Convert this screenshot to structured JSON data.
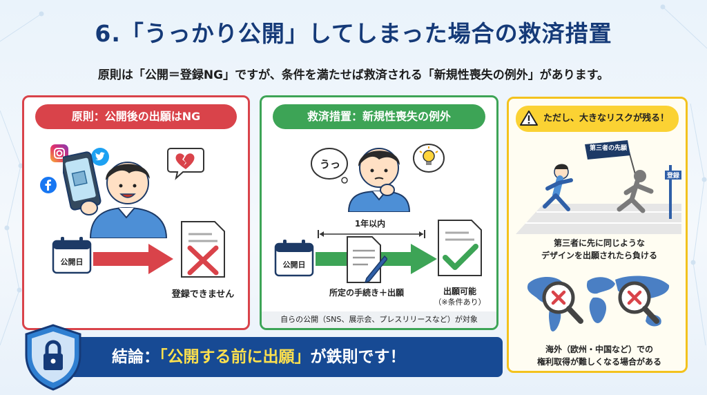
{
  "title": "6.「うっかり公開」してしまった場合の救済措置",
  "subtitle": "原則は「公開＝登録NG」ですが、条件を満たせば救済される「新規性喪失の例外」があります。",
  "panel_principle": {
    "header": "原則：公開後の出願はNG",
    "date_label": "公開日",
    "result_label": "登録できません"
  },
  "panel_relief": {
    "header": "救済措置：新規性喪失の例外",
    "thought_text": "うっ",
    "period_label": "1年以内",
    "date_label": "公開日",
    "procedure_label": "所定の手続き＋出願",
    "result_label": "出願可能",
    "result_note": "（※条件あり）",
    "footer_note": "自らの公開（SNS、展示会、プレスリリースなど）が対象"
  },
  "panel_risk": {
    "header": "ただし、大きなリスクが残る！",
    "flag_text": "第三者の先願",
    "goal_text": "登録",
    "risk1": [
      "第三者に先に同じような",
      "デザインを出願されたら負ける"
    ],
    "risk2": [
      "海外（欧州・中国など）での",
      "権利取得が難しくなる場合がある"
    ]
  },
  "conclusion": {
    "prefix": "結論：",
    "highlight": "「公開する前に出願」",
    "suffix": "が鉄則です！"
  },
  "colors": {
    "title": "#153a78",
    "principle": "#d9434a",
    "relief": "#3da456",
    "risk": "#f3c21d",
    "conclusion_bg": "#174a94",
    "highlight": "#ffe14d"
  },
  "icons": [
    "instagram-icon",
    "twitter-icon",
    "facebook-icon",
    "broken-heart-icon",
    "calendar-icon",
    "x-mark-icon",
    "lightbulb-icon",
    "document-pen-icon",
    "check-icon",
    "warning-icon",
    "magnifier-x-icon",
    "shield-lock-icon"
  ]
}
